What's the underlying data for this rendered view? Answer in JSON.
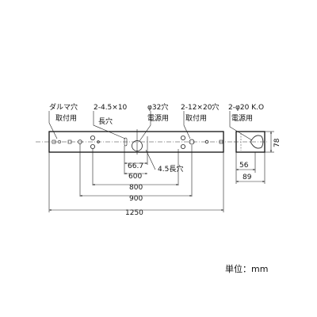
{
  "callouts": {
    "daruma_hole": "ダルマ穴",
    "daruma_purpose": "取付用",
    "slot_spec": "2-4.5×10",
    "slot_name": "長穴",
    "phi32_hole": "φ32穴",
    "phi32_purpose": "電源用",
    "hole_12x20": "2-12×20穴",
    "hole_12x20_purpose": "取付用",
    "ko_spec": "2-φ20 K.O",
    "ko_purpose": "電源用",
    "slot45": "4.5長穴"
  },
  "dimensions": {
    "d66_7": "66.7",
    "d600": "600",
    "d800": "800",
    "d900": "900",
    "d1250": "1250",
    "d78": "78",
    "d56": "56",
    "d89": "89"
  },
  "unit_label": "単位：mm"
}
